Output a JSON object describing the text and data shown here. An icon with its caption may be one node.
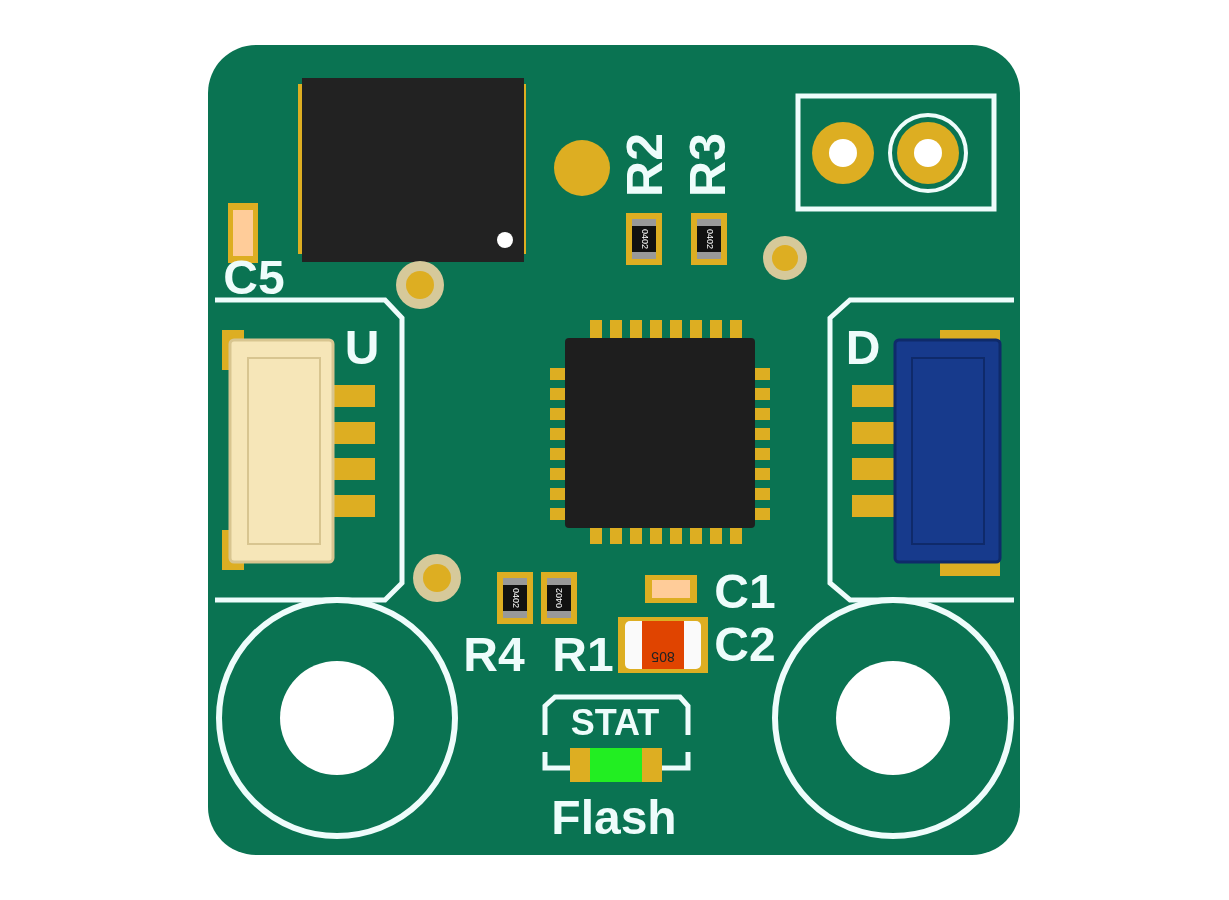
{
  "diagram": {
    "labels": [
      "R2",
      "R3",
      "0402",
      "0402",
      "C5",
      "U",
      "D",
      "0402",
      "0402",
      "C1",
      "R4",
      "R1",
      "805",
      "C2",
      "STAT",
      "Flash"
    ]
  }
}
